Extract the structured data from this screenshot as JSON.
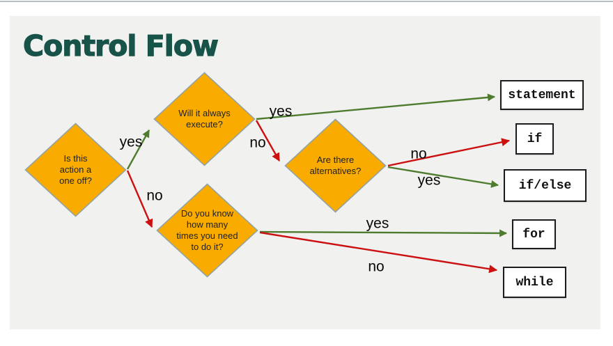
{
  "title": "Control Flow",
  "colors": {
    "green": "#4d7c2e",
    "red": "#cc1010",
    "diamond_fill": "#f9ab00",
    "diamond_border": "#94a2a2",
    "title_color": "#175348",
    "slide_bg": "#f1f1f0"
  },
  "flowchart": {
    "decisions": [
      {
        "id": "one-off",
        "text": "Is this\naction a\none off?"
      },
      {
        "id": "always-execute",
        "text": "Will it always\nexecute?"
      },
      {
        "id": "alternatives",
        "text": "Are there\nalternatives?"
      },
      {
        "id": "how-many-times",
        "text": "Do you know\nhow many\ntimes you need\nto do it?"
      }
    ],
    "results": [
      {
        "id": "statement",
        "label": "statement"
      },
      {
        "id": "if",
        "label": "if"
      },
      {
        "id": "if-else",
        "label": "if/else"
      },
      {
        "id": "for",
        "label": "for"
      },
      {
        "id": "while",
        "label": "while"
      }
    ],
    "edge_labels": [
      {
        "id": "yes-to-execute-check",
        "label": "yes"
      },
      {
        "id": "no-to-times-check",
        "label": "no"
      },
      {
        "id": "yes-to-statement",
        "label": "yes"
      },
      {
        "id": "no-to-alternatives",
        "label": "no"
      },
      {
        "id": "no-to-if",
        "label": "no"
      },
      {
        "id": "yes-to-ifelse",
        "label": "yes"
      },
      {
        "id": "yes-to-for",
        "label": "yes"
      },
      {
        "id": "no-to-while",
        "label": "no"
      }
    ]
  }
}
